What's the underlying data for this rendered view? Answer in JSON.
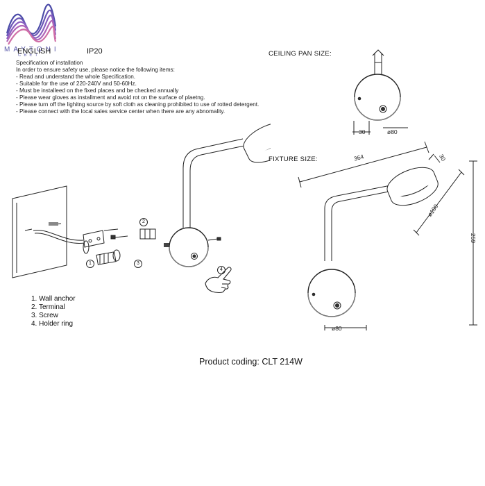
{
  "logo": {
    "brand_text": "MAYTONI",
    "sub_text": "СВЕТ"
  },
  "header": {
    "language": "ENGLISH",
    "ip_rating": "IP20"
  },
  "instructions": {
    "title": "Specification of installation",
    "intro": "In order to ensure safety use, please notice the following items:",
    "items": [
      "- Read and understand the whole Specification.",
      "- Suitable for the use of 220-240V and 50-60Hz.",
      "- Must be installeed on the fixed places and be checked annually",
      "- Please wear gloves as installment and avoid rot on the surface of plaetng.",
      "- Please turn off the lighitng source by soft cloth as cleaning prohibited to use of rotted detergent.",
      "- Please connect with the local sales service center when there are any abnomality."
    ]
  },
  "ceiling_pan": {
    "label": "CEILING PAN  SIZE:",
    "dim_depth": "30",
    "dim_diameter": "ø80"
  },
  "fixture_size": {
    "label": "FIXTURE SIZE:",
    "dim_length": "364",
    "dim_head_depth": "30",
    "dim_head_diameter": "ø100",
    "dim_height": "259",
    "dim_base_diameter": "ø80"
  },
  "parts": {
    "callouts": [
      "1",
      "2",
      "3",
      "4"
    ],
    "legend": [
      "1. Wall anchor",
      "2. Terminal",
      "3. Screw",
      "4. Holder ring"
    ]
  },
  "product_coding": "Product coding: CLT 214W"
}
